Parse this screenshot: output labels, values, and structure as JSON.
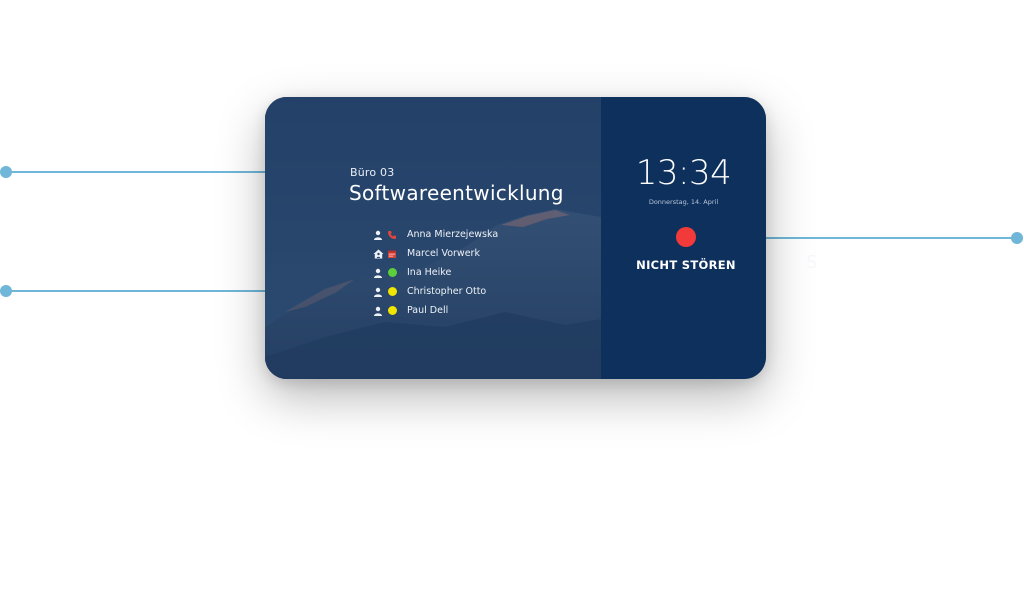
{
  "display": {
    "room_label": "Büro 03",
    "room_title": "Softwareentwicklung",
    "people": [
      {
        "name": "Anna Mierzejewska",
        "person_icon": "person-icon",
        "status_icon": "phone-icon",
        "status_color": "#e2453c"
      },
      {
        "name": "Marcel Vorwerk",
        "person_icon": "home-office-icon",
        "status_icon": "calendar-icon",
        "status_color": "#d9463d"
      },
      {
        "name": "Ina Heike",
        "person_icon": "person-icon",
        "status_icon": "status-dot-icon",
        "status_color": "#5ccf3a"
      },
      {
        "name": "Christopher Otto",
        "person_icon": "person-icon",
        "status_icon": "status-dot-icon",
        "status_color": "#f2e500"
      },
      {
        "name": "Paul Dell",
        "person_icon": "person-icon",
        "status_icon": "status-dot-icon",
        "status_color": "#f2e500"
      }
    ],
    "clock": "13:34",
    "date": "Donnerstag, 14. April",
    "dnd_label": "NICHT STÖREN",
    "dnd_color": "#f23a3a"
  },
  "background_text": "S",
  "colors": {
    "callout": "#6fb6d8",
    "right_panel": "#0e305d",
    "left_panel": "#2c4a72"
  }
}
